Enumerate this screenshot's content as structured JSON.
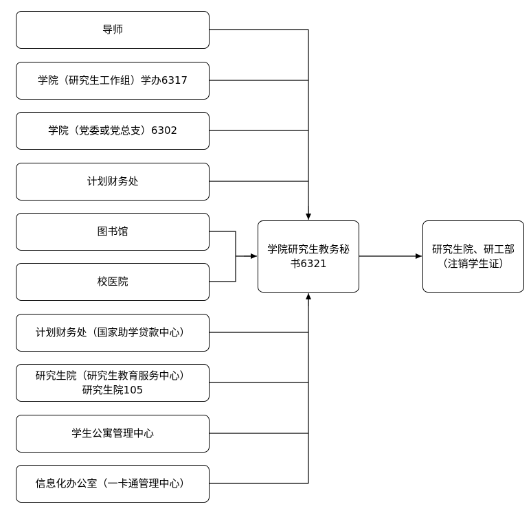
{
  "departments": [
    {
      "label": "导师"
    },
    {
      "label": "学院（研究生工作组）学办6317"
    },
    {
      "label": "学院（党委或党总支）6302"
    },
    {
      "label": "计划财务处"
    },
    {
      "label": "图书馆"
    },
    {
      "label": "校医院"
    },
    {
      "label": "计划财务处（国家助学贷款中心）"
    },
    {
      "label": "研究生院（研究生教育服务中心）\n研究生院105"
    },
    {
      "label": "学生公寓管理中心"
    },
    {
      "label": "信息化办公室（一卡通管理中心）"
    }
  ],
  "center": {
    "label": "学院研究生教务秘\n书6321"
  },
  "final": {
    "label": "研究生院、研工部\n（注销学生证）"
  },
  "colors": {
    "line": "#000000",
    "box_border": "#000000"
  }
}
